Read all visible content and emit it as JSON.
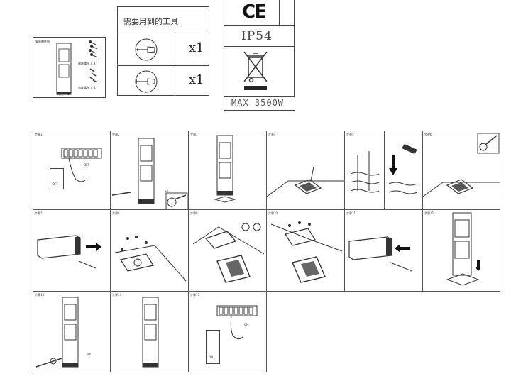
{
  "parts_box": {
    "title": "安装附件图",
    "screws_label": "膨胀螺丝 × 4",
    "hooks_label": "自攻螺丝 × 4",
    "lamp_label": "灯柱 × 1"
  },
  "tools_box": {
    "title": "需要用到的工具",
    "row1_qty": "x1",
    "row2_qty": "x1"
  },
  "cert_box": {
    "ce": "CE",
    "ip": "IP54",
    "max": "MAX 3500W"
  },
  "steps": [
    {
      "label": "步骤1",
      "switch_text": "OFF",
      "inset_text": "OFF"
    },
    {
      "label": "步骤2"
    },
    {
      "label": "步骤3"
    },
    {
      "label": "步骤4"
    },
    {
      "label": "步骤5"
    },
    {
      "label": "步骤6"
    },
    {
      "label": "步骤7"
    },
    {
      "label": "步骤8"
    },
    {
      "label": "步骤9"
    },
    {
      "label": "步骤10"
    },
    {
      "label": "步骤11"
    },
    {
      "label": "步骤12"
    },
    {
      "label": "步骤13"
    },
    {
      "label": "步骤14"
    },
    {
      "label": "步骤15",
      "switch_text": "ON",
      "inset_text": "ON"
    }
  ],
  "x_markers": {
    "step2": "x4",
    "step13": "x4"
  }
}
